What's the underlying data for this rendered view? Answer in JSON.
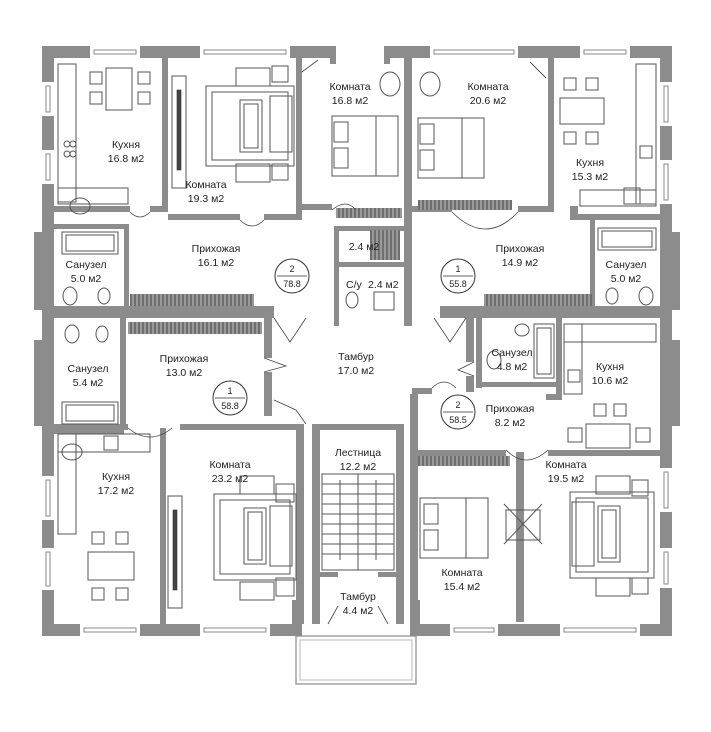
{
  "rooms": [
    {
      "id": "kuhnya-tl",
      "name": "Кухня",
      "area": "16.8 м2"
    },
    {
      "id": "komnata-tl",
      "name": "Комната",
      "area": "19.3 м2"
    },
    {
      "id": "komnata-tc1",
      "name": "Комната",
      "area": "16.8 м2"
    },
    {
      "id": "komnata-tc2",
      "name": "Комната",
      "area": "20.6 м2"
    },
    {
      "id": "kuhnya-tr",
      "name": "Кухня",
      "area": "15.3 м2"
    },
    {
      "id": "sanuzel-l1",
      "name": "Санузел",
      "area": "5.0 м2"
    },
    {
      "id": "prihozh-l1",
      "name": "Прихожая",
      "area": "16.1 м2"
    },
    {
      "id": "kladovka",
      "name": "",
      "area": "2.4 м2"
    },
    {
      "id": "su",
      "name": "С/у",
      "area": "2.4 м2"
    },
    {
      "id": "prihozh-r1",
      "name": "Прихожая",
      "area": "14.9 м2"
    },
    {
      "id": "sanuzel-r1",
      "name": "Санузел",
      "area": "5.0 м2"
    },
    {
      "id": "sanuzel-l2",
      "name": "Санузел",
      "area": "5.4 м2"
    },
    {
      "id": "prihozh-l2",
      "name": "Прихожая",
      "area": "13.0 м2"
    },
    {
      "id": "tambur-c",
      "name": "Тамбур",
      "area": "17.0 м2"
    },
    {
      "id": "sanuzel-r2",
      "name": "Санузел",
      "area": "4.8 м2"
    },
    {
      "id": "kuhnya-r2",
      "name": "Кухня",
      "area": "10.6 м2"
    },
    {
      "id": "prihozh-r2",
      "name": "Прихожая",
      "area": "8.2 м2"
    },
    {
      "id": "kuhnya-bl",
      "name": "Кухня",
      "area": "17.2 м2"
    },
    {
      "id": "komnata-bl",
      "name": "Комната",
      "area": "23.2 м2"
    },
    {
      "id": "lestnica",
      "name": "Лестница",
      "area": "12.2 м2"
    },
    {
      "id": "komnata-br",
      "name": "Комната",
      "area": "19.5 м2"
    },
    {
      "id": "komnata-bc",
      "name": "Комната",
      "area": "15.4 м2"
    },
    {
      "id": "tambur-b",
      "name": "Тамбур",
      "area": "4.4 м2"
    }
  ],
  "units": [
    {
      "id": "unit-tl",
      "number": "2",
      "area": "78.8"
    },
    {
      "id": "unit-tr",
      "number": "1",
      "area": "55.8"
    },
    {
      "id": "unit-bl",
      "number": "1",
      "area": "58.8"
    },
    {
      "id": "unit-br",
      "number": "2",
      "area": "58.5"
    }
  ]
}
